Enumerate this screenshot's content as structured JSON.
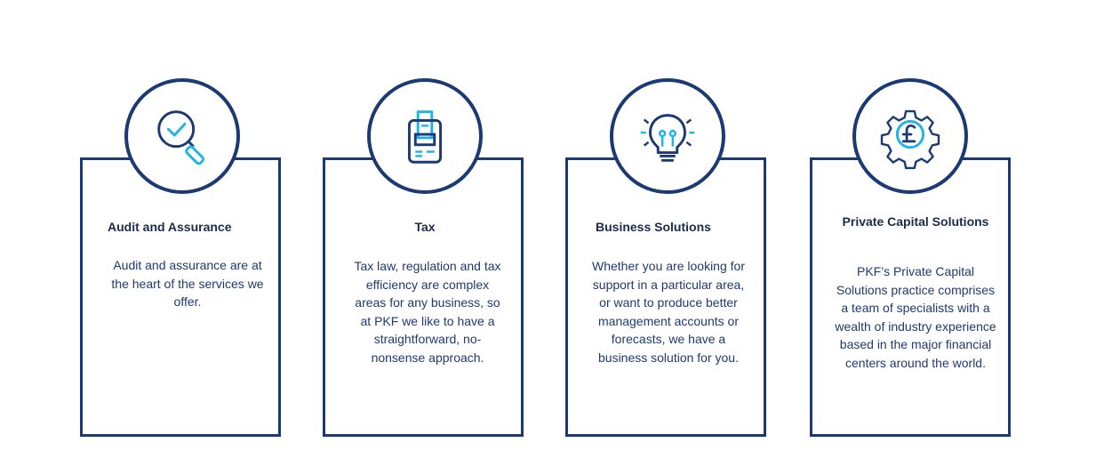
{
  "services": [
    {
      "title": "Audit and Assurance",
      "description": "Audit and assurance are at the heart of the services we offer.",
      "icon": "magnifier-check-icon"
    },
    {
      "title": "Tax",
      "description": "Tax law, regulation and tax efficiency are complex areas for any business, so at PKF we like to have a straightforward, no-nonsense approach.",
      "icon": "receipt-printer-icon"
    },
    {
      "title": "Business Solutions",
      "description": "Whether you are looking for support in a particular area, or want to produce better management accounts or forecasts, we have a business solution for you.",
      "icon": "lightbulb-icon"
    },
    {
      "title": "Private Capital Solutions",
      "description": "PKF’s Private Capital Solutions practice comprises a team of specialists with a wealth of industry experience based in the major financial centers around the world.",
      "icon": "gear-pound-icon"
    }
  ],
  "colors": {
    "border": "#1b3a74",
    "accent": "#1fb4e8",
    "text": "#1f3a70"
  }
}
